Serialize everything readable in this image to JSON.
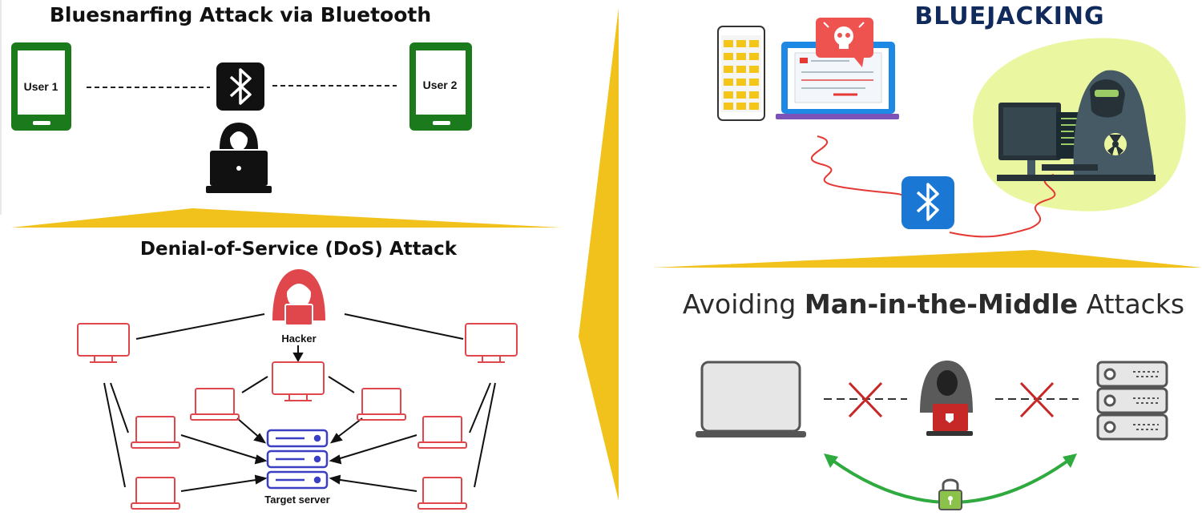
{
  "bluesnarfing": {
    "title": "Bluesnarfing Attack via Bluetooth",
    "user1_label": "User 1",
    "user2_label": "User 2"
  },
  "dos": {
    "title": "Denial-of-Service (DoS) Attack",
    "hacker_label": "Hacker",
    "server_label": "Target server"
  },
  "bluejacking": {
    "title": "BLUEJACKING"
  },
  "mitm": {
    "title_prefix": "Avoiding ",
    "title_bold": "Man-in-the-Middle",
    "title_suffix": " Attacks"
  },
  "colors": {
    "accent_yellow": "#f1c21b",
    "phone_green": "#1b7a1b",
    "dos_red": "#e0474c",
    "server_blue": "#3a3fc4",
    "bluetooth_blue": "#1a78d4",
    "lime": "#eaf7a0",
    "cross_red": "#c62828",
    "arc_green": "#2eaa3e",
    "navy": "#102a5c"
  },
  "icons": [
    "phone-icon",
    "bluetooth-icon",
    "hacker-icon",
    "laptop-icon",
    "monitor-icon",
    "server-icon",
    "skull-icon",
    "lock-icon",
    "cross-icon",
    "folder-icon"
  ]
}
